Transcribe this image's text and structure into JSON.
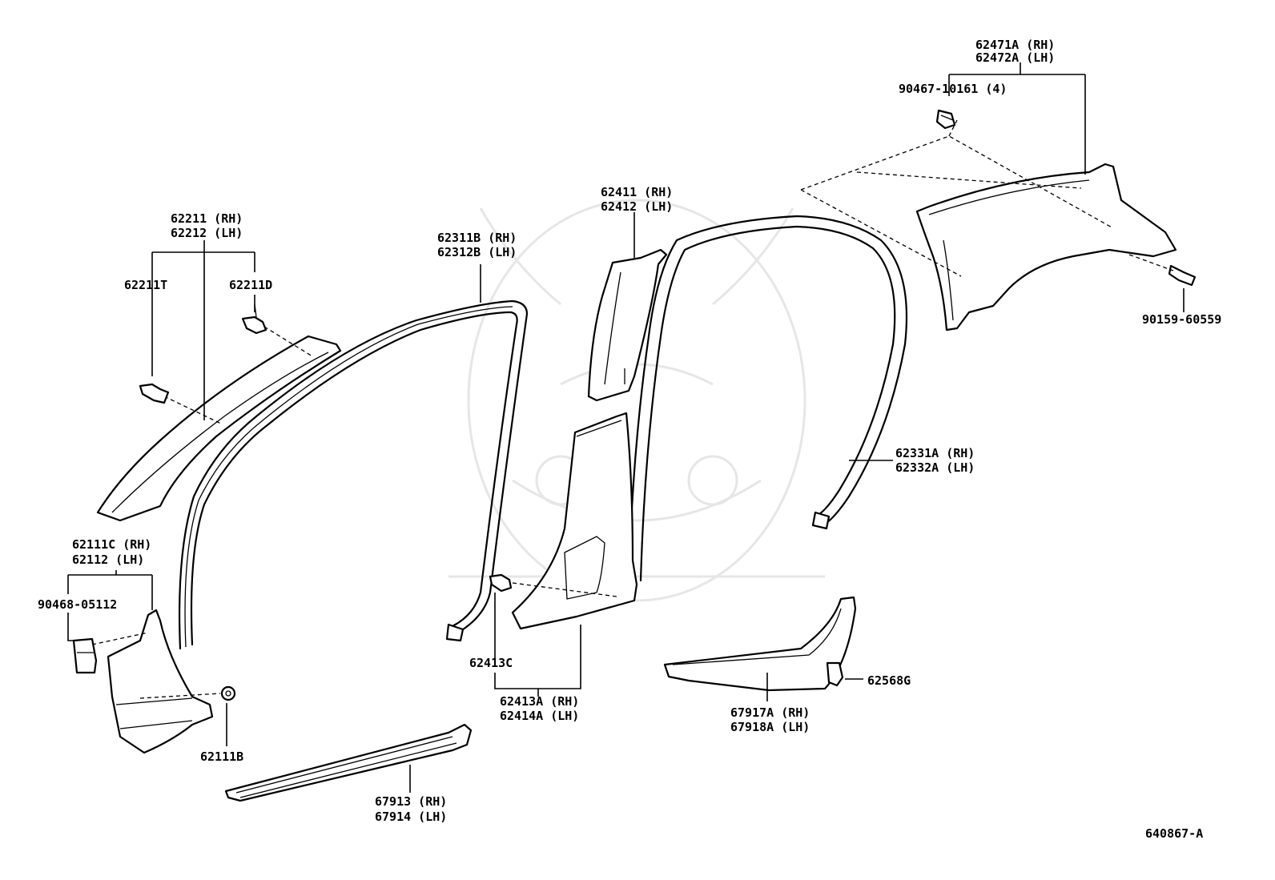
{
  "diagram": {
    "ref": "640867-A",
    "labels": {
      "c62471": "62471A (RH)",
      "c62472": "62472A (LH)",
      "c90467": "90467-10161 (4)",
      "c90159": "90159-60559",
      "c62411": "62411 (RH)",
      "c62412": "62412 (LH)",
      "c62311": "62311B (RH)",
      "c62312": "62312B (LH)",
      "c62211": "62211 (RH)",
      "c62212": "62212 (LH)",
      "c62211T": "62211T",
      "c62211D": "62211D",
      "c62331": "62331A (RH)",
      "c62332": "62332A (LH)",
      "c62111C": "62111C (RH)",
      "c62112": "62112   (LH)",
      "c90468": "90468-05112",
      "c62413C": "62413C",
      "c62413A": "62413A (RH)",
      "c62414A": "62414A (LH)",
      "c62111B": "62111B",
      "c62568G": "62568G",
      "c67917": "67917A (RH)",
      "c67918": "67918A (LH)",
      "c67913": "67913 (RH)",
      "c67914": "67914 (LH)"
    }
  }
}
